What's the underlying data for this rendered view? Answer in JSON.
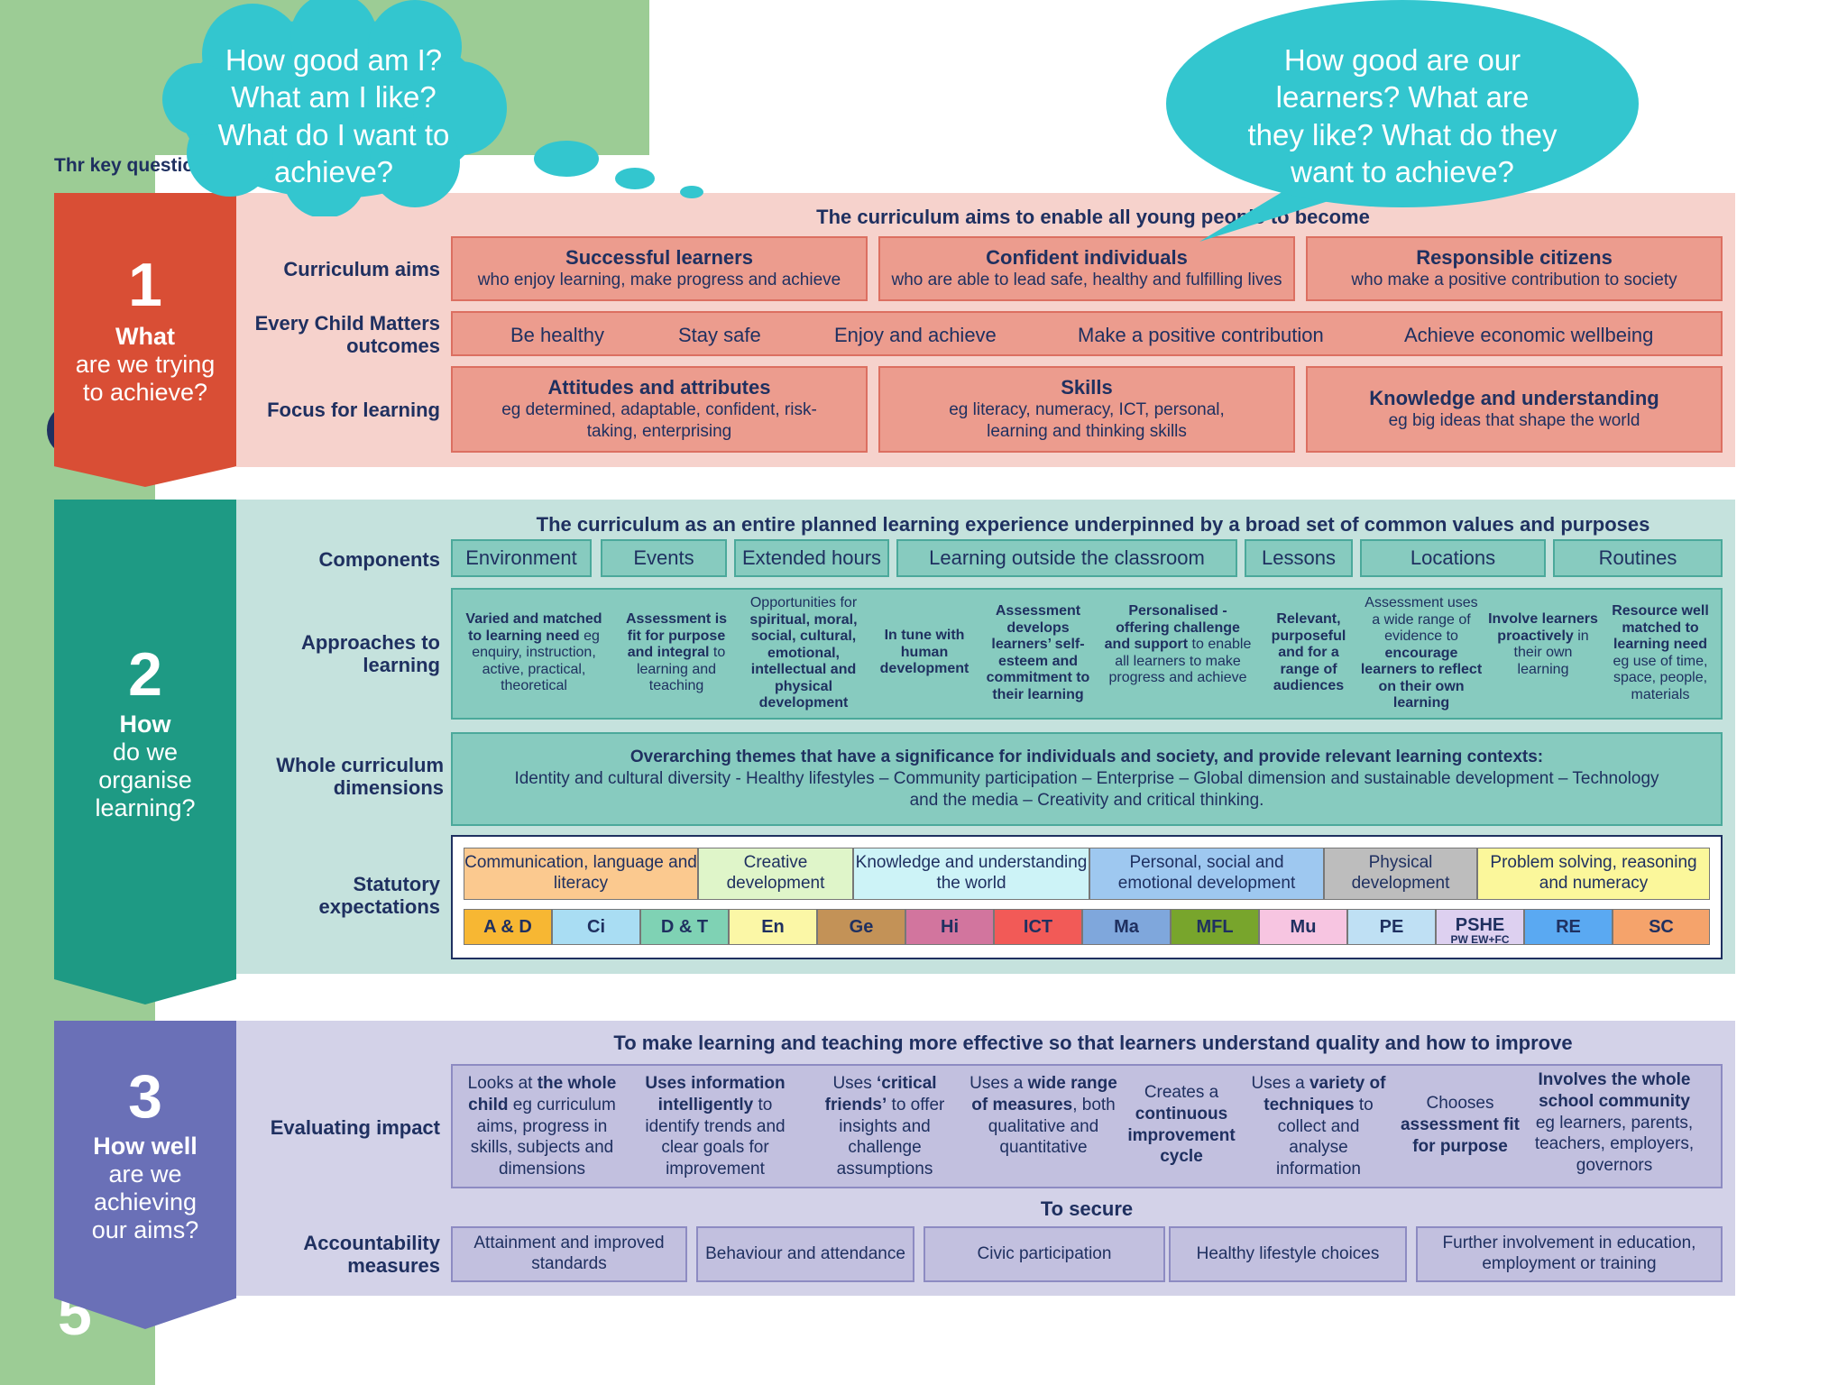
{
  "thought_bubble": "How good am I? What am I like? What do I want to achieve?",
  "speech_bubble": "How good are our learners? What are they like? What do they want to achieve?",
  "key_questions_label": "Thr key questions",
  "page_number": "5",
  "colors": {
    "red": "#d94e35",
    "teal": "#1e9a84",
    "purple": "#6a70b7",
    "bubble": "#33c6cf",
    "green": "#9ccc95"
  },
  "section1": {
    "number": "1",
    "title_bold": "What",
    "title_rest": "are we trying to achieve?",
    "heading": "The curriculum aims to enable all young people to become",
    "label_aims": "Curriculum aims",
    "label_ecm": "Every Child Matters outcomes",
    "label_focus": "Focus for learning",
    "aims": [
      {
        "title": "Successful learners",
        "text": "who enjoy learning, make progress and achieve"
      },
      {
        "title": "Confident individuals",
        "text": "who are able to lead safe, healthy and fulfilling lives"
      },
      {
        "title": "Responsible citizens",
        "text": "who make a positive contribution to society"
      }
    ],
    "ecm": [
      "Be healthy",
      "Stay safe",
      "Enjoy and achieve",
      "Make a positive contribution",
      "Achieve economic wellbeing"
    ],
    "focus": [
      {
        "title": "Attitudes and attributes",
        "text": "eg determined, adaptable, confident, risk-taking, enterprising"
      },
      {
        "title": "Skills",
        "text": "eg literacy, numeracy, ICT, personal, learning and thinking skills"
      },
      {
        "title": "Knowledge and understanding",
        "text": "eg big ideas that shape the world"
      }
    ]
  },
  "section2": {
    "number": "2",
    "title_bold": "How",
    "title_rest": "do we organise learning?",
    "heading": "The curriculum as an entire planned learning experience underpinned by a broad set of common values and purposes",
    "label_components": "Components",
    "label_approaches": "Approaches to learning",
    "label_dimensions": "Whole curriculum dimensions",
    "label_statutory": "Statutory expectations",
    "components": [
      "Environment",
      "Events",
      "Extended hours",
      "Learning outside the classroom",
      "Lessons",
      "Locations",
      "Routines"
    ],
    "approaches": [
      {
        "bold": "Varied and matched to learning need",
        "rest": " eg enquiry, instruction, active, practical, theoretical"
      },
      {
        "bold": "Assessment is fit for purpose and integral",
        "rest": " to learning and teaching"
      },
      {
        "pre": "Opportunities for ",
        "bold": "spiritual, moral, social, cultural, emotional, intellectual and physical development",
        "rest": ""
      },
      {
        "bold": "In tune with human development",
        "rest": ""
      },
      {
        "bold": "Assessment develops learners’ self-esteem and commitment to their learning",
        "rest": ""
      },
      {
        "bold": "Personalised - offering challenge and support",
        "rest": " to enable all learners to make progress and achieve"
      },
      {
        "bold": "Relevant, purposeful and for a range of audiences",
        "rest": ""
      },
      {
        "pre": "Assessment uses a wide range of evidence to ",
        "bold": "encourage learners to reflect on their own learning",
        "rest": ""
      },
      {
        "bold": "Involve learners proactively",
        "rest": " in their own learning"
      },
      {
        "bold": "Resource well matched to learning need",
        "rest": " eg use of time, space, people, materials"
      }
    ],
    "dimensions_title": "Overarching themes that have a significance for individuals and society, and provide relevant learning contexts:",
    "dimensions_text": "Identity and cultural diversity - Healthy lifestyles – Community participation – Enterprise  – Global dimension and sustainable development – Technology and the media – Creativity and critical thinking.",
    "areas": [
      {
        "label": "Communication, language and literacy",
        "color": "#fbc98f"
      },
      {
        "label": "Creative development",
        "color": "#dff5c9"
      },
      {
        "label": "Knowledge and understanding the world",
        "color": "#cdf3f7"
      },
      {
        "label": "Personal, social and emotional development",
        "color": "#9ec8f0"
      },
      {
        "label": "Physical development",
        "color": "#bdbdbd"
      },
      {
        "label": "Problem solving, reasoning and numeracy",
        "color": "#fbf79b"
      }
    ],
    "subjects": [
      {
        "label": "A & D",
        "color": "#f7b733"
      },
      {
        "label": "Ci",
        "color": "#a9ddf3"
      },
      {
        "label": "D & T",
        "color": "#7fd2b4"
      },
      {
        "label": "En",
        "color": "#fbf7a6"
      },
      {
        "label": "Ge",
        "color": "#c39257"
      },
      {
        "label": "Hi",
        "color": "#d2759e"
      },
      {
        "label": "ICT",
        "color": "#f25a57"
      },
      {
        "label": "Ma",
        "color": "#7fa7dc"
      },
      {
        "label": "MFL",
        "color": "#78a52c"
      },
      {
        "label": "Mu",
        "color": "#f7c5e1"
      },
      {
        "label": "PE",
        "color": "#bfe0f4"
      },
      {
        "label": "PSHE",
        "sub": "PW EW+FC",
        "color": "#ddd0f0"
      },
      {
        "label": "RE",
        "color": "#5aa9f2"
      },
      {
        "label": "SC",
        "color": "#f5a36b"
      }
    ]
  },
  "section3": {
    "number": "3",
    "title_bold": "How well",
    "title_rest": "are we achieving our aims?",
    "heading": "To make learning and teaching more effective so that learners understand quality and how to improve",
    "label_evaluating": "Evaluating impact",
    "label_accountability": "Accountability measures",
    "to_secure": "To secure",
    "evaluating": [
      {
        "pre": "Looks at ",
        "bold": "the whole child",
        "rest": " eg curriculum aims, progress in skills, subjects and dimensions"
      },
      {
        "pre": "",
        "bold": "Uses information intelligently",
        "rest": " to identify trends and clear goals for improvement"
      },
      {
        "pre": "Uses ",
        "bold": "‘critical friends’",
        "rest": " to offer insights and challenge assumptions"
      },
      {
        "pre": "Uses a ",
        "bold": "wide range of measures",
        "rest": ", both qualitative and quantitative"
      },
      {
        "pre": "Creates a ",
        "bold": "continuous improvement cycle",
        "rest": ""
      },
      {
        "pre": "Uses a ",
        "bold": "variety of techniques",
        "rest": " to collect and analyse information"
      },
      {
        "pre": "Chooses ",
        "bold": "assessment fit for purpose",
        "rest": ""
      },
      {
        "pre": "",
        "bold": "Involves the whole school community",
        "rest": " eg learners, parents, teachers, employers, governors"
      }
    ],
    "accountability": [
      "Attainment and improved standards",
      "Behaviour and attendance",
      "Civic participation",
      "Healthy lifestyle choices",
      "Further involvement in education, employment or training"
    ]
  }
}
